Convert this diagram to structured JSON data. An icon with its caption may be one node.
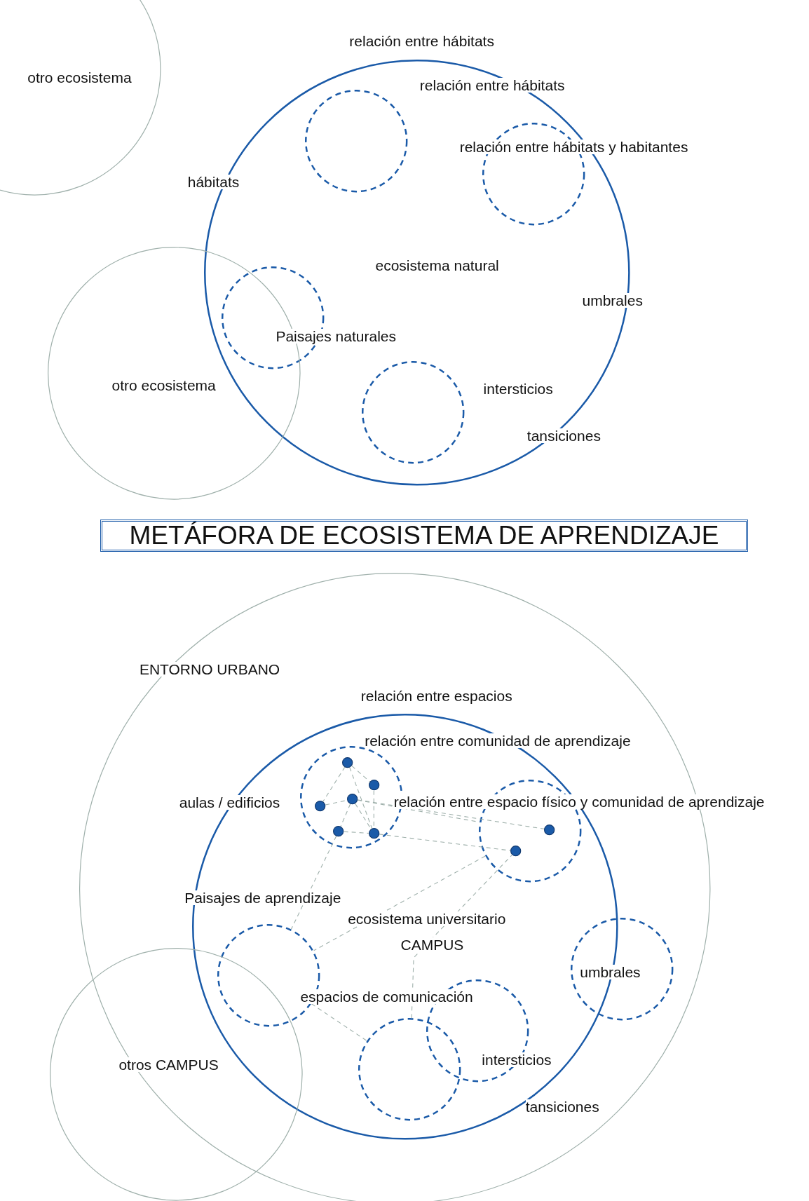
{
  "diagram": {
    "title": "METÁFORA DE ECOSISTEMA DE APRENDIZAJE",
    "nodes": [
      {
        "text": [],
        "shape": "circle"
      },
      {
        "text": [],
        "shape": "circle"
      },
      {
        "text": [],
        "shape": "circle",
        "in": 1
      },
      {
        "text": [],
        "shape": "circle",
        "in": 1
      },
      {
        "text": [],
        "shape": "circle",
        "in": 1
      },
      {
        "text": [],
        "shape": "circle",
        "in": 1
      },
      {
        "text": [],
        "shape": "circle"
      },
      {
        "text": [],
        "shape": "circle"
      },
      {
        "text": [],
        "shape": "circle",
        "in": 7
      },
      {
        "text": [],
        "shape": "circle",
        "in": 8
      },
      {
        "text": [],
        "shape": "circle",
        "in": 9
      },
      {
        "text": [],
        "shape": "circle",
        "in": 9
      },
      {
        "text": [],
        "shape": "circle",
        "in": 9
      },
      {
        "text": [],
        "shape": "circle",
        "in": 9
      },
      {
        "text": [],
        "shape": "circle",
        "in": 9
      },
      {
        "text": [],
        "shape": "circle",
        "in": 9
      },
      {
        "text": [],
        "shape": "circle",
        "in": 8
      },
      {
        "text": [],
        "shape": "circle",
        "in": 16
      },
      {
        "text": [],
        "shape": "circle",
        "in": 16
      },
      {
        "text": [],
        "shape": "circle",
        "in": 8
      },
      {
        "text": [],
        "shape": "circle",
        "in": 7
      },
      {
        "text": [],
        "shape": "circle",
        "in": 8
      },
      {
        "text": [],
        "shape": "circle",
        "in": 8
      },
      {
        "text": [],
        "shape": "circle"
      }
    ],
    "edges": [
      {
        "from": 10,
        "to": 11,
        "arrow": "none",
        "style": "dashed"
      },
      {
        "from": 10,
        "to": 13,
        "arrow": "none",
        "style": "dashed"
      },
      {
        "from": 10,
        "to": 15,
        "arrow": "none",
        "style": "dashed"
      },
      {
        "from": 11,
        "to": 15,
        "arrow": "none",
        "style": "dashed"
      },
      {
        "from": 13,
        "to": 12,
        "arrow": "none",
        "style": "dashed"
      },
      {
        "from": 12,
        "to": 15,
        "arrow": "none",
        "style": "dashed"
      },
      {
        "from": 12,
        "to": 14,
        "arrow": "none",
        "style": "dashed"
      },
      {
        "from": 14,
        "to": 15,
        "arrow": "none",
        "style": "dashed"
      },
      {
        "from": 12,
        "to": 17,
        "arrow": "none",
        "style": "dashed"
      },
      {
        "from": 12,
        "to": 16,
        "arrow": "none",
        "style": "dashed"
      },
      {
        "from": 15,
        "to": 18,
        "arrow": "none",
        "style": "dashed"
      },
      {
        "from": 14,
        "to": 19,
        "arrow": "none",
        "style": "dashed"
      },
      {
        "from": 16,
        "to": 19,
        "arrow": "none",
        "style": "dashed"
      },
      {
        "from": 19,
        "to": 22,
        "arrow": "none",
        "style": "dashed"
      },
      {
        "from": 22,
        "to": 18,
        "arrow": "none",
        "style": "dashed"
      }
    ],
    "labels": [
      "otro ecosistema",
      "relación entre hábitats",
      "relación entre hábitats",
      "relación entre hábitats y habitantes",
      "hábitats",
      "ecosistema natural",
      "umbrales",
      "Paisajes naturales",
      "otro ecosistema",
      "intersticios",
      "tansiciones",
      "ENTORNO URBANO",
      "relación entre espacios",
      "relación entre comunidad de aprendizaje",
      "aulas / edificios",
      "relación entre espacio físico y comunidad de aprendizaje",
      "Paisajes de aprendizaje",
      "ecosistema universitario",
      "CAMPUS",
      "umbrales",
      "espacios de comunicación",
      "otros CAMPUS",
      "intersticios",
      "tansiciones"
    ]
  }
}
